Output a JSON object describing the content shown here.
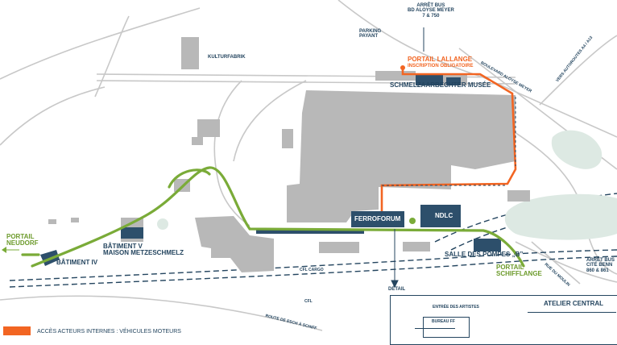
{
  "labels": {
    "arret_bus_top": [
      "ARRÊT BUS",
      "BD ALOYSE MEYER",
      "7 & 750"
    ],
    "parking": [
      "PARKING",
      "PAYANT"
    ],
    "kulturfabrik": "KULTURFABRIK",
    "portail_lallange": "PORTAIL LALLANGE",
    "inscription": "INSCRIPTION OBLIGATOIRE",
    "musee": "SCHMELZAARBECHTER MUSÉE",
    "boulevard": "BOULEVARD ALOYSE MEYER",
    "vers_autoroutes": "VERS AUTOROUTES A4 / A13",
    "ferroforum": "FERROFORUM",
    "nldc": "NDLC",
    "portail_neudorf": [
      "PORTAIL",
      "NEUDORF"
    ],
    "batiment_v": [
      "BÂTIMENT V",
      "MAISON METZESCHMELZ"
    ],
    "batiment_iv": "BÂTIMENT IV",
    "salle_pompes": "SALLE DES POMPES „B”",
    "portail_schifflange": [
      "PORTAIL",
      "SCHIFFLANGE"
    ],
    "arret_bus_right": [
      "ARRÊT BUS",
      "CITÉ BENN",
      "860 & 861"
    ],
    "rue_moulin": "RUE DU MOULIN",
    "cfl_cargo": "CFL CARGO",
    "cfl": "CFL",
    "route_esch": "ROUTE DE ESCH À SCHIFF",
    "detail": "DÉTAIL",
    "atelier_central": "ATELIER CENTRAL",
    "entree_artistes": "ENTRÉE DES ARTISTES",
    "bureau_ff": "BUREAU FF",
    "legend_text": "ACCÈS ACTEURS INTERNES : VÉHICULES MOTEURS"
  },
  "colors": {
    "building_grey": "#b8b8b8",
    "highlight_blue": "#2d4f6b",
    "green_path": "#7aab38",
    "orange_route": "#f26522",
    "dark_text": "#24455f",
    "water": "#dde9e3",
    "roads": "#c4c4c4"
  }
}
